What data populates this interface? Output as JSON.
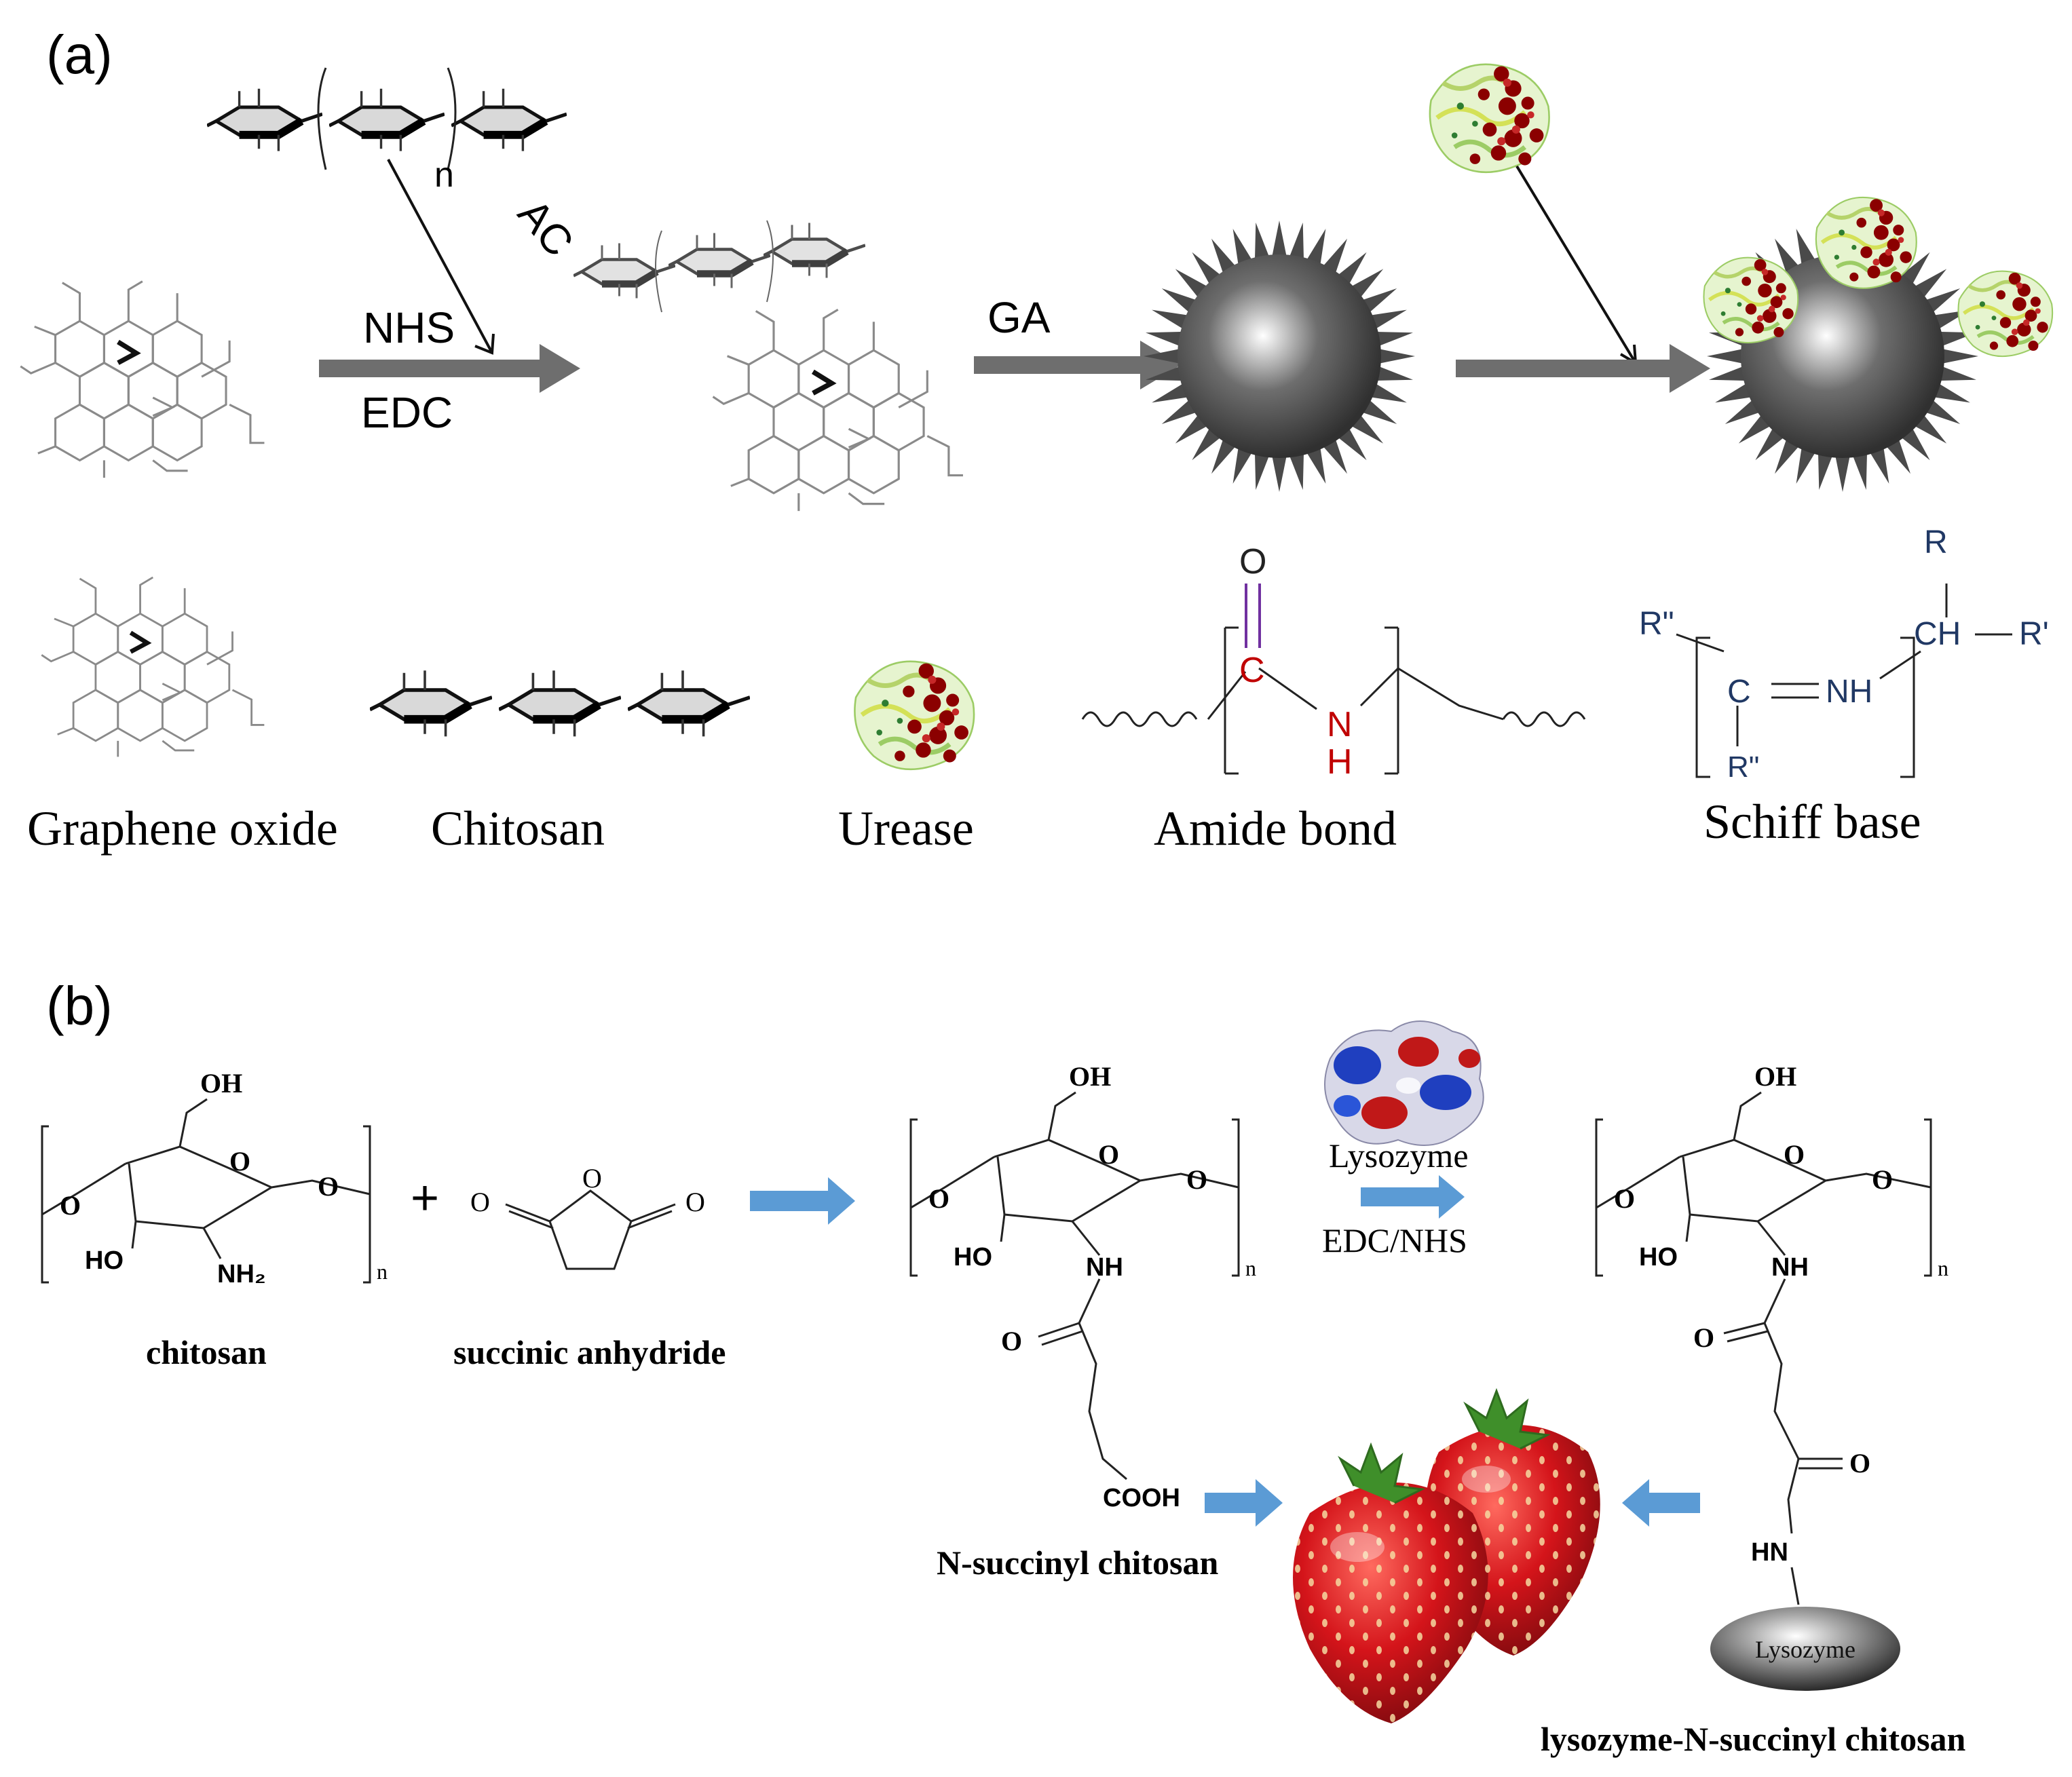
{
  "panel_a": {
    "label": "(a)",
    "reagents": {
      "nhs": "NHS",
      "edc": "EDC",
      "ac": "AC",
      "ga": "GA",
      "n": "n"
    },
    "legend": {
      "graphene_oxide": "Graphene  oxide",
      "chitosan": "Chitosan",
      "urease": "Urease",
      "amide_bond": "Amide  bond",
      "schiff_base": "Schiff base"
    },
    "amide": {
      "o": "O",
      "c": "C",
      "n": "N",
      "h": "H"
    },
    "schiff": {
      "r_top": "R",
      "r_left": "R\"",
      "ch": "CH",
      "r_right": "R'",
      "c": "C",
      "nh": "NH",
      "r_bottom": "R\""
    }
  },
  "panel_b": {
    "label": "(b)",
    "chitosan_label": "chitosan",
    "succinic_label": "succinic anhydride",
    "plus": "+",
    "nsc_label": "N-succinyl chitosan",
    "lysozyme": "Lysozyme",
    "edc_nhs": "EDC/NHS",
    "product_label": "lysozyme-N-succinyl chitosan",
    "capsule": "Lysozyme",
    "atoms": {
      "oh": "OH",
      "o": "O",
      "ho": "HO",
      "nh2": "NH₂",
      "nh": "NH",
      "n": "n",
      "cooh": "COOH",
      "hn": "HN"
    }
  },
  "colors": {
    "arrow_gray": "#6e6e6e",
    "arrow_blue": "#5b9bd5",
    "carbonyl_purple": "#7030a0",
    "amide_red": "#c00000",
    "schiff_blue": "#203864",
    "strawberry_red": "#d4141a"
  }
}
